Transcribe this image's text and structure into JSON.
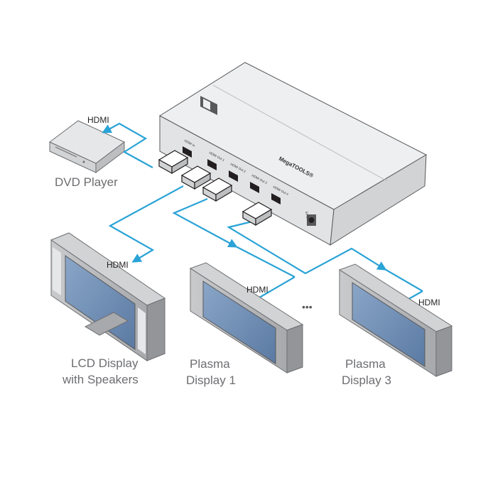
{
  "labels": {
    "hdmi": "HDMI",
    "dvd_player": "DVD Player",
    "lcd_line1": "LCD Display",
    "lcd_line2": "with Speakers",
    "plasma1_line1": "Plasma",
    "plasma1_line2": "Display 1",
    "plasma3_line1": "Plasma",
    "plasma3_line2": "Display 3",
    "ellipsis": "•••"
  },
  "device": {
    "brand": "MegaTOOLS®",
    "ports": [
      "HDMI In",
      "HDMI Out 1",
      "HDMI Out 2",
      "HDMI Out 3",
      "HDMI Out 4"
    ],
    "power": "5V DC"
  },
  "colors": {
    "cable": "#2aa3d6",
    "screen": "#6f8fb4",
    "frame": "#b8b9bb",
    "device_body": "#e6e7e8"
  }
}
